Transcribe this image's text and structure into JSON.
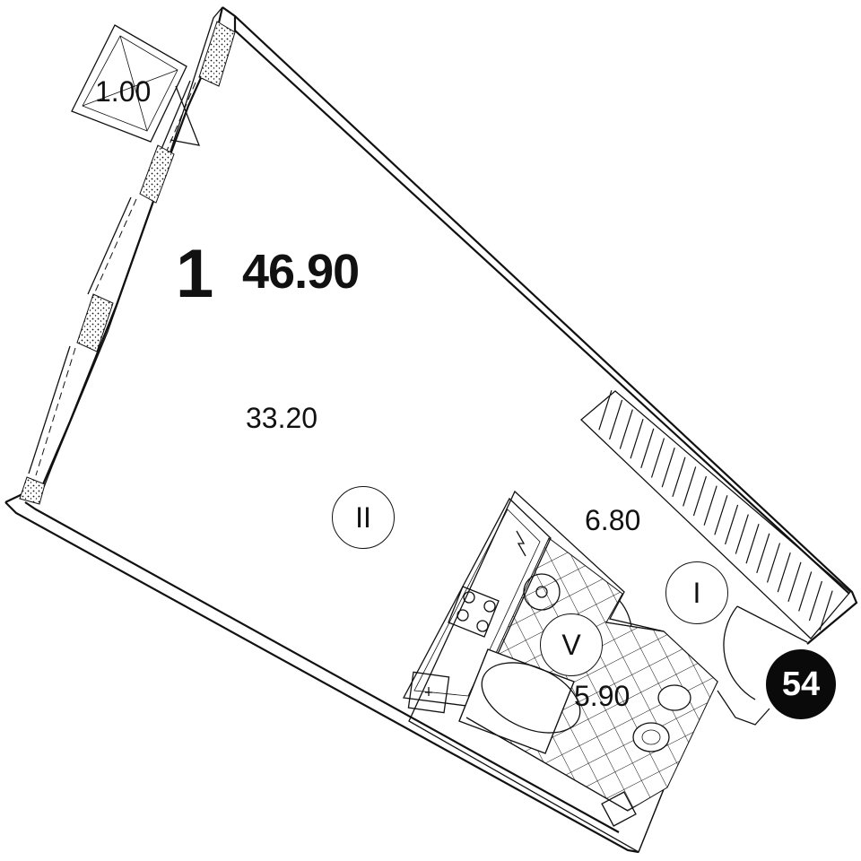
{
  "plan": {
    "room_number": "1",
    "total_area": "46.90",
    "apartment_number": "54",
    "areas": {
      "balcony": "1.00",
      "living_room": "33.20",
      "hallway": "6.80",
      "bathroom": "5.90"
    },
    "room_markers": {
      "living_room": "II",
      "hallway": "I",
      "bathroom": "V"
    },
    "colors": {
      "ink": "#111111",
      "badge_fill": "#0a0a0a",
      "badge_text": "#ffffff"
    }
  }
}
